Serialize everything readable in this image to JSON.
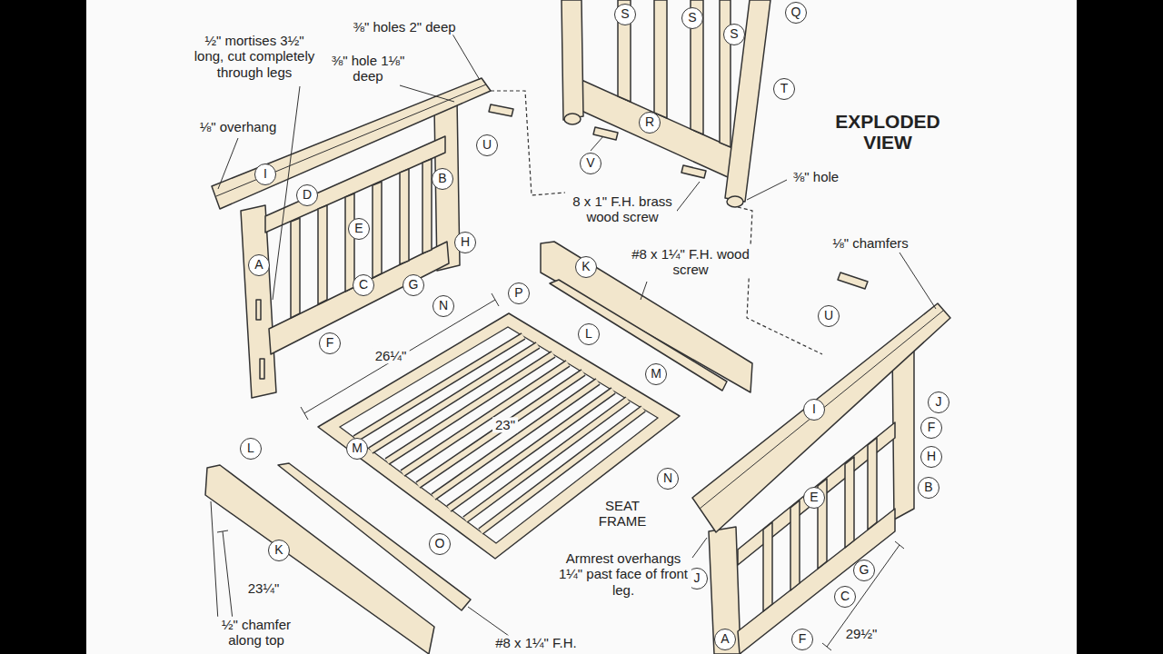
{
  "diagram": {
    "title": "EXPLODED VIEW",
    "labels": [
      "½\" mortises 3½\" long, cut completely through legs",
      "⅜\" holes 2\" deep",
      "⅜\" hole 1⅛\" deep",
      "⅛\" overhang",
      "I",
      "D",
      "B",
      "E",
      "A",
      "H",
      "C",
      "G",
      "F",
      "U",
      "S",
      "S",
      "S",
      "Q",
      "T",
      "R",
      "V",
      "8 x 1\" F.H. brass wood screw",
      "⅜\" hole",
      "#8 x 1¼\" F.H. wood screw",
      "K",
      "L",
      "M",
      "N",
      "P",
      "26¼\"",
      "23\"",
      "M",
      "N",
      "O",
      "SEAT FRAME",
      "⅛\" chamfers",
      "U",
      "I",
      "J",
      "F",
      "H",
      "B",
      "E",
      "G",
      "C",
      "J",
      "A",
      "F",
      "29½\"",
      "Armrest overhangs 1¼\" past face of front leg.",
      "L",
      "K",
      "23¼\"",
      "½\" chamfer along top",
      "#8 x 1¼\" F.H."
    ]
  }
}
